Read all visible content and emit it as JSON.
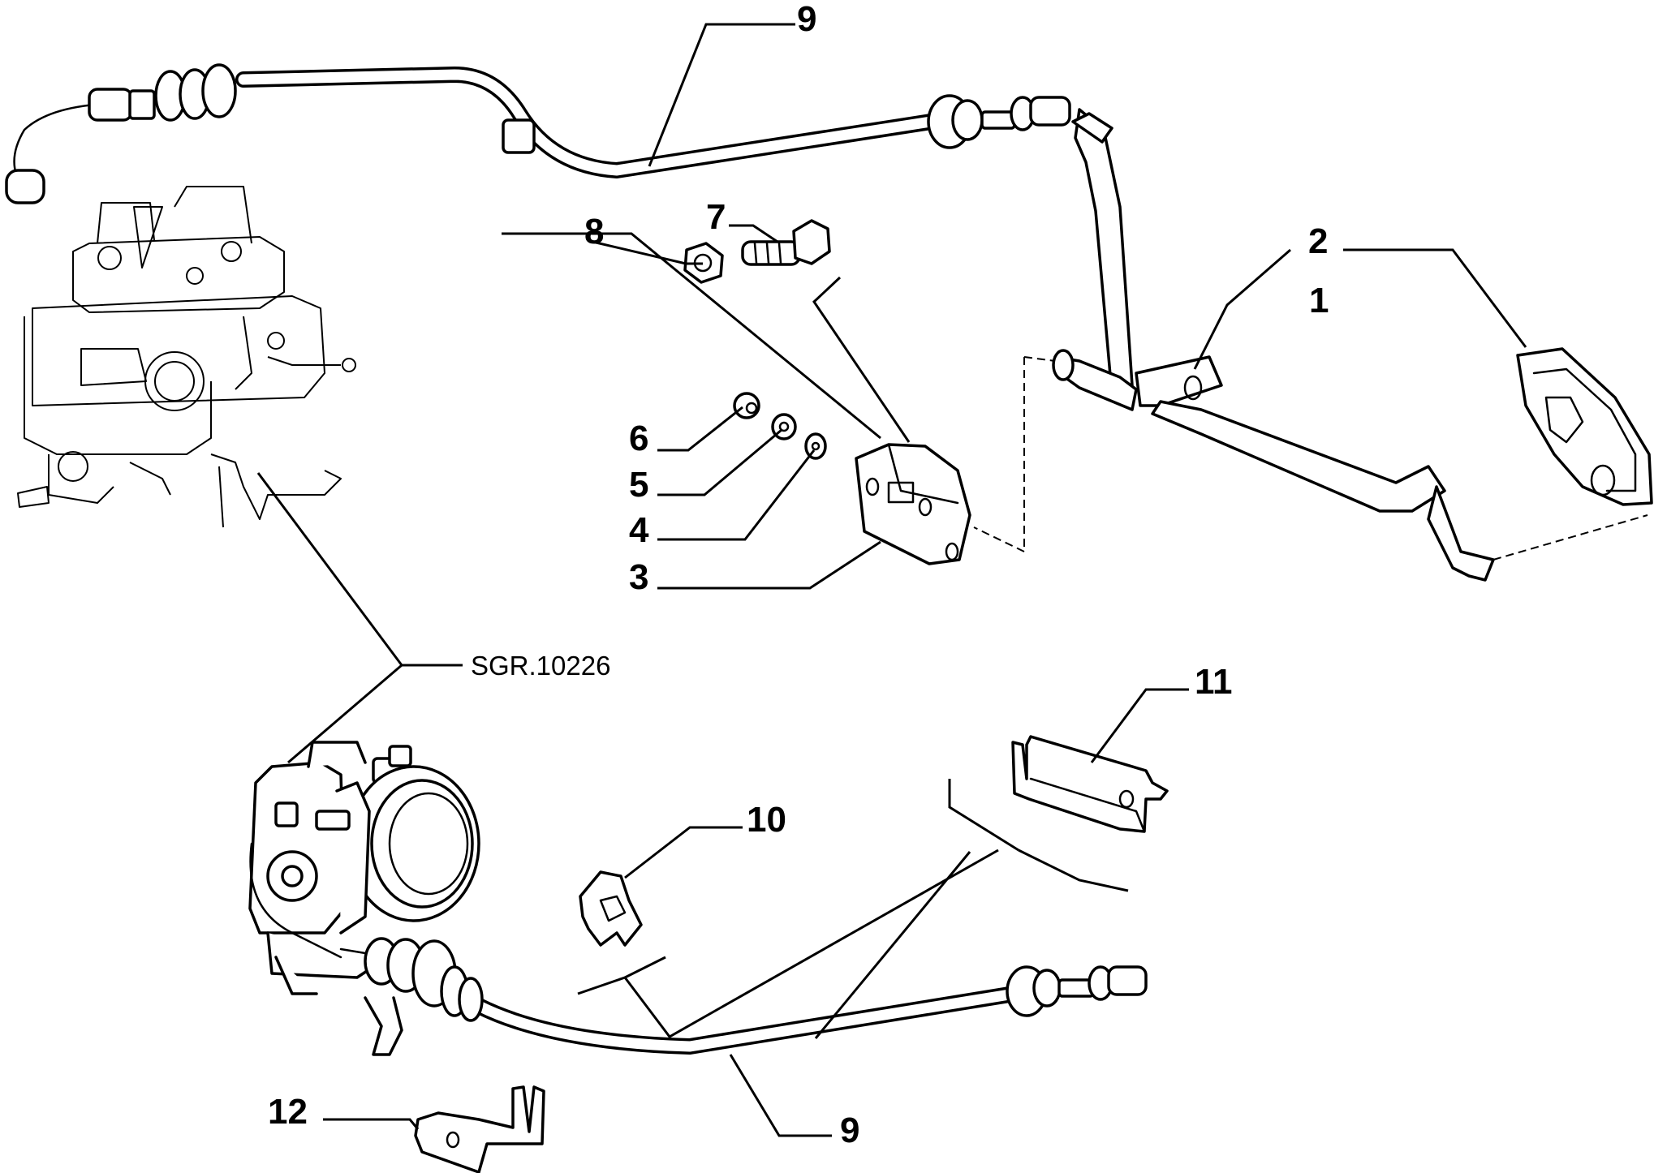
{
  "labels": {
    "l1": "1",
    "l2": "2",
    "l3": "3",
    "l4": "4",
    "l5": "5",
    "l6": "6",
    "l7": "7",
    "l8": "8",
    "l9_top": "9",
    "l9_bottom": "9",
    "l10": "10",
    "l11": "11",
    "l12": "12"
  },
  "reference": "SGR.10226"
}
